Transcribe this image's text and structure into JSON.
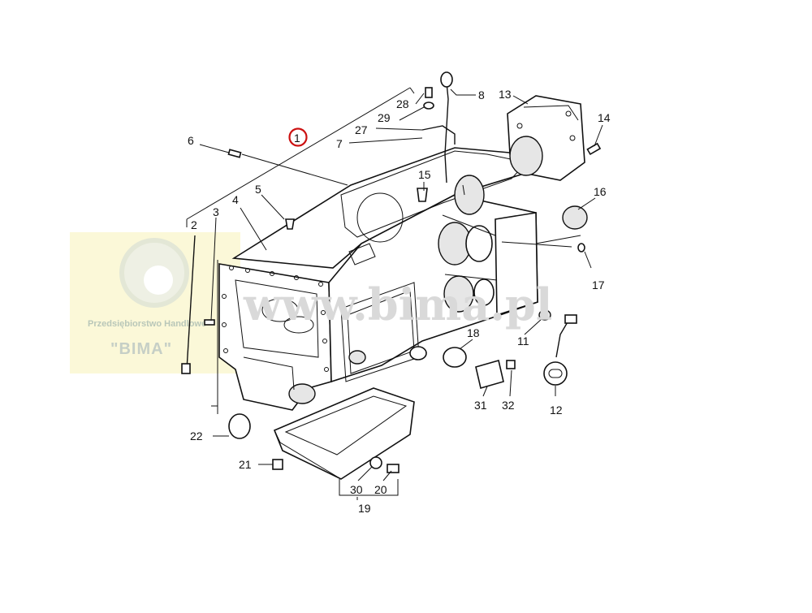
{
  "watermark": {
    "domain_text": "www.bima.pl",
    "company_line": "Przedsiębiorstwo Handlowe",
    "company_name": "\"BIMA\""
  },
  "highlighted_callout": "1",
  "callouts": {
    "c1": "1",
    "c2": "2",
    "c3": "3",
    "c4": "4",
    "c5": "5",
    "c6": "6",
    "c7": "7",
    "c8": "8",
    "c11": "11",
    "c12": "12",
    "c13": "13",
    "c14": "14",
    "c15": "15",
    "c16": "16",
    "c17": "17",
    "c18": "18",
    "c19": "19",
    "c20": "20",
    "c21": "21",
    "c22": "22",
    "c27": "27",
    "c28": "28",
    "c29": "29",
    "c30": "30",
    "c31": "31",
    "c32": "32"
  },
  "colors": {
    "highlight_circle": "#cc1111",
    "watermark_panel": "#fbf8d8",
    "line": "#111111"
  }
}
